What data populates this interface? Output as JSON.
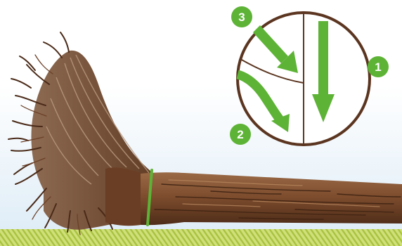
{
  "illustration": {
    "subject": "uprooted-tree-trunk",
    "colors": {
      "sky": "#e3f0f8",
      "grass": "#c4d66a",
      "grass_dark": "#9fb83a",
      "bark": "#7a4a2c",
      "bark_dark": "#4a2a18",
      "roots": "#5b3520",
      "cut_line": "#5db336",
      "arrow": "#5db336",
      "badge": "#5db336",
      "circle_fill": "#ffffff",
      "circle_line": "#5b3520"
    }
  },
  "cut_sequence": [
    {
      "step": "1",
      "icon": "arrow-down-icon"
    },
    {
      "step": "2",
      "icon": "curved-arrow-icon"
    },
    {
      "step": "3",
      "icon": "diagonal-arrow-icon"
    }
  ]
}
